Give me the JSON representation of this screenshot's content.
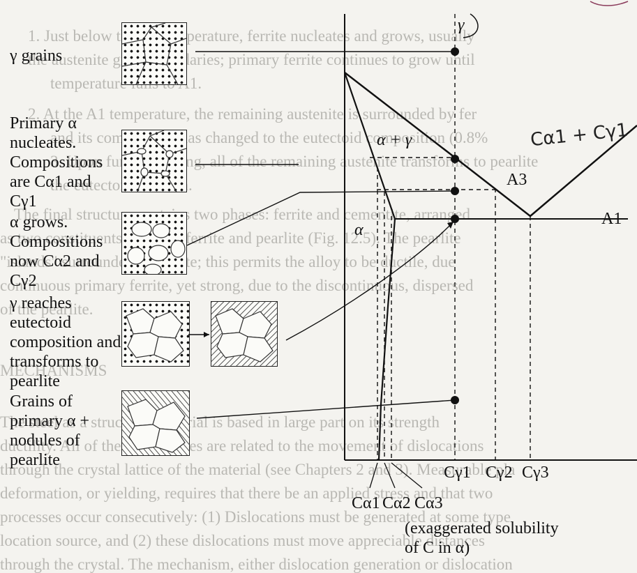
{
  "stages": [
    {
      "label": "γ grains"
    },
    {
      "label": "Primary α nucleates. Compositions are Cα1 and Cγ1"
    },
    {
      "label": "α grows. Compositions now Cα2 and Cγ2"
    },
    {
      "label": "γ reaches eutectoid composition and transforms to pearlite"
    },
    {
      "label": "Grains of primary α + nodules of pearlite"
    }
  ],
  "diagram": {
    "region_gamma": "γ",
    "region_alpha_gamma": "α + γ",
    "region_alpha": "α",
    "line_A3": "A3",
    "line_A1": "A1",
    "bottom_labels": [
      "Cα1",
      "Cα2",
      "Cα3"
    ],
    "right_labels": [
      "Cγ1",
      "Cγ2",
      "Cγ3"
    ],
    "note": "(exaggerated solubility of C in α)",
    "handwritten": "Cα1 + Cγ1"
  },
  "background_text": [
    "1. Just below the A3 temperature, ferrite nucleates and grows, usually",
    "the austenite grain boundaries; primary ferrite continues to grow until",
    "temperature falls to A1.",
    "2. At the A1 temperature, the remaining austenite is surrounded by fer",
    "and its composition has changed to the eutectoid composition (0.8%",
    "3. Upon further cooling, all of the remaining austenite transforms to pearlite",
    "the eutectoid reaction.",
    "The final structure contains two phases: ferrite and cementite, arranged",
    "as two constituents: primary ferrite and pearlite (Fig. 12.5). The pearlite",
    "\"islands\" surrounded by ferrite; this permits the alloy to be ductile, due",
    "continuous primary ferrite, yet strong, due to the discontinuous, dispersed",
    "of the pearlite.",
    "MECHANISMS",
    "The steel as a structural material is based in large part on its strength",
    "ductility. All of these properties are related to the movement of dislocations",
    "through the crystal lattice of the material (see Chapters 2 and 3). Measurable pla",
    "deformation, or yielding, requires that there be an applied stress and that two",
    "processes occur consecutively: (1) Dislocations must be generated at some type",
    "location source, and (2) these dislocations must move appreciable distances",
    "through the crystal. The mechanism, either dislocation generation or dislocation"
  ]
}
